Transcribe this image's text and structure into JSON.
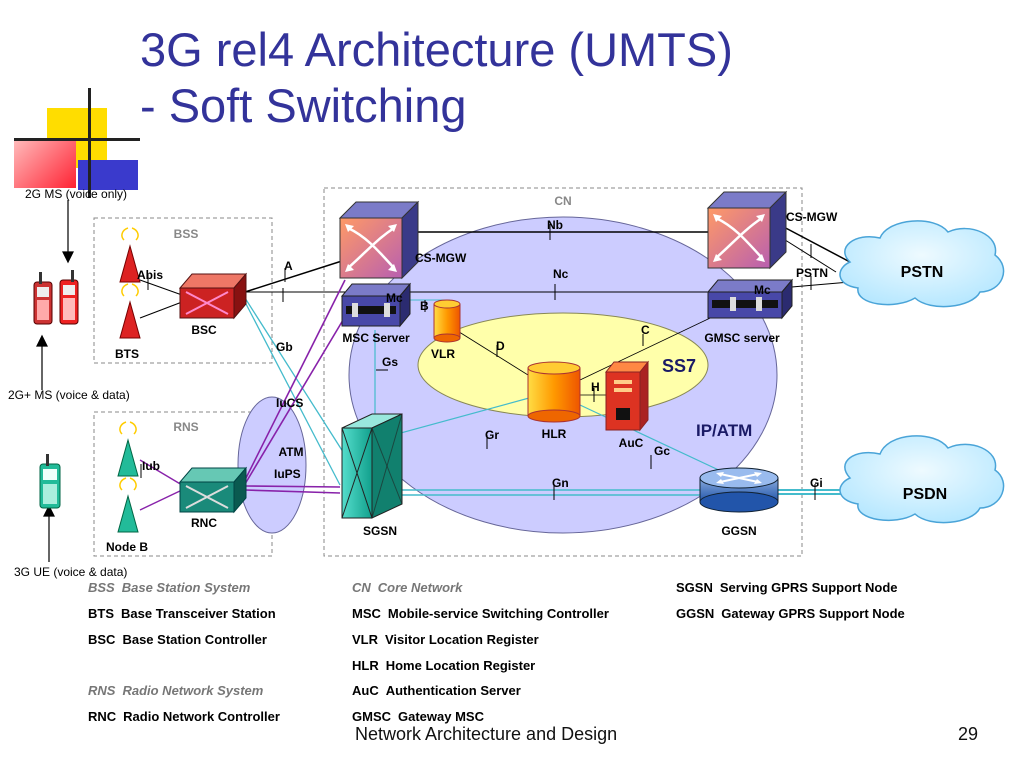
{
  "title": {
    "line1": "3G rel4 Architecture (UMTS)",
    "line2": "- Soft Switching"
  },
  "diagram": {
    "regions": {
      "cn": "CN",
      "bss": "BSS",
      "rns": "RNS",
      "ss7": "SS7",
      "ip_atm": "IP/ATM",
      "atm": "ATM"
    },
    "nodes": {
      "cs_mgw_left": "CS-MGW",
      "cs_mgw_right": "CS-MGW",
      "msc_server": "MSC Server",
      "gmsc_server": "GMSC server",
      "vlr": "VLR",
      "hlr": "HLR",
      "auc": "AuC",
      "sgsn": "SGSN",
      "ggsn": "GGSN",
      "bsc": "BSC",
      "bts": "BTS",
      "rnc": "RNC",
      "node_b": "Node B",
      "pstn": "PSTN",
      "psdn": "PSDN"
    },
    "devices": {
      "ms_2g": "2G MS (voice only)",
      "ms_2g_plus": "2G+ MS (voice & data)",
      "ue_3g": "3G UE (voice & data)"
    },
    "interfaces": {
      "abis": "Abis",
      "a": "A",
      "gb": "Gb",
      "iucs": "IuCS",
      "iups": "IuPS",
      "iub": "Iub",
      "nb": "Nb",
      "nc": "Nc",
      "mc_left": "Mc",
      "mc_right": "Mc",
      "b": "B",
      "c": "C",
      "d": "D",
      "h": "H",
      "gs": "Gs",
      "gr": "Gr",
      "gc": "Gc",
      "gn": "Gn",
      "gi": "Gi",
      "pstn_if": "PSTN"
    },
    "colors": {
      "title": "#33339a",
      "cn_cloud": "#ccccff",
      "ss7_oval": "#ffffaa",
      "cloud": "#ccf0ff",
      "cyan_link": "#44bbcc",
      "purple_link": "#8822aa",
      "bsc_red": "#cc2222",
      "rnc_teal": "#1a8a7a",
      "cylinder": "#ff9900"
    }
  },
  "glossary": {
    "col1": [
      {
        "abbr": "BSS",
        "text": "Base Station System",
        "style": "italic"
      },
      {
        "abbr": "BTS",
        "text": "Base Transceiver Station",
        "style": "bold"
      },
      {
        "abbr": "BSC",
        "text": "Base Station Controller",
        "style": "bold"
      },
      {
        "abbr": "RNS",
        "text": "Radio Network System",
        "style": "italic"
      },
      {
        "abbr": "RNC",
        "text": "Radio Network Controller",
        "style": "bold"
      }
    ],
    "col2": [
      {
        "abbr": "CN",
        "text": "Core Network",
        "style": "italic"
      },
      {
        "abbr": "MSC",
        "text": "Mobile-service Switching Controller",
        "style": "bold"
      },
      {
        "abbr": "VLR",
        "text": "Visitor Location Register",
        "style": "bold"
      },
      {
        "abbr": "HLR",
        "text": "Home Location Register",
        "style": "bold"
      },
      {
        "abbr": "AuC",
        "text": "Authentication Server",
        "style": "bold"
      },
      {
        "abbr": "GMSC",
        "text": "Gateway MSC",
        "style": "bold"
      }
    ],
    "col3": [
      {
        "abbr": "SGSN",
        "text": "Serving GPRS Support Node",
        "style": "bold"
      },
      {
        "abbr": "GGSN",
        "text": "Gateway GPRS Support Node",
        "style": "bold"
      }
    ]
  },
  "footer": {
    "text": "Network Architecture and Design",
    "page": "29"
  }
}
